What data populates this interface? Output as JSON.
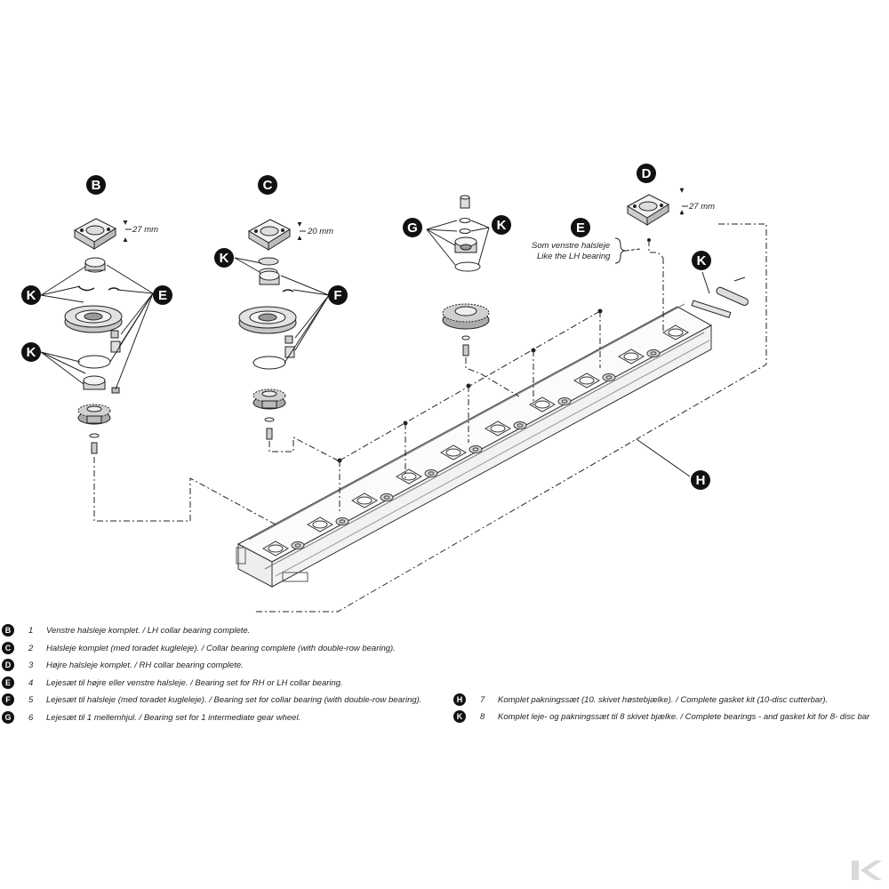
{
  "callouts": {
    "B": "B",
    "C": "C",
    "D": "D",
    "E": "E",
    "F": "F",
    "G": "G",
    "H": "H",
    "K": "K"
  },
  "dimensions": {
    "b_height": "27 mm",
    "c_height": "20 mm",
    "d_height": "27 mm"
  },
  "note_e": {
    "line1": "Som venstre halsleje",
    "line2": "Like the LH bearing"
  },
  "legend": [
    {
      "letter": "B",
      "num": "1",
      "text": "Venstre halsleje komplet. / LH collar bearing complete."
    },
    {
      "letter": "C",
      "num": "2",
      "text": "Halsleje komplet (med toradet kugleleje). / Collar bearing complete (with double-row bearing)."
    },
    {
      "letter": "D",
      "num": "3",
      "text": "Højre halsleje komplet. / RH collar bearing complete."
    },
    {
      "letter": "E",
      "num": "4",
      "text": "Lejesæt til højre eller venstre halsleje. / Bearing set for RH or LH collar bearing."
    },
    {
      "letter": "F",
      "num": "5",
      "text": "Lejesæt til halsleje (med toradet kugleleje). / Bearing set for collar bearing (with double-row bearing)."
    },
    {
      "letter": "G",
      "num": "6",
      "text": "Lejesæt til 1 mellemhjul. / Bearing set for 1 intermediate gear wheel."
    },
    {
      "letter": "H",
      "num": "7",
      "text": "Komplet pakningssæt (10. skivet høstebjælke). / Complete gasket kit (10-disc cutterbar)."
    },
    {
      "letter": "K",
      "num": "8",
      "text": "Komplet leje- og pakningssæt til 8 skivet bjælke. / Complete bearings - and gasket kit for 8- disc bar"
    }
  ],
  "logo": "K"
}
